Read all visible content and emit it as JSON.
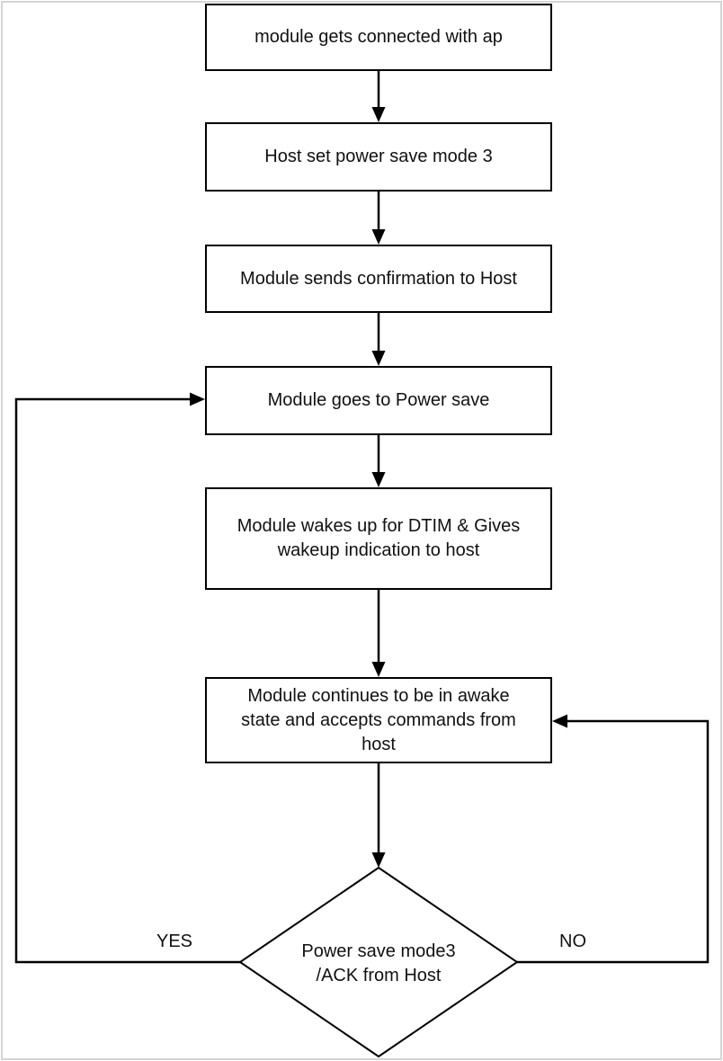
{
  "flowchart": {
    "boxes": [
      {
        "id": "connect",
        "lines": [
          "module gets connected with ap"
        ]
      },
      {
        "id": "set-power-save",
        "lines": [
          "Host set power save mode 3"
        ]
      },
      {
        "id": "confirmation",
        "lines": [
          "Module sends confirmation to Host"
        ]
      },
      {
        "id": "power-save",
        "lines": [
          "Module goes to Power save"
        ]
      },
      {
        "id": "wake-dtim",
        "lines": [
          "Module wakes up for DTIM & Gives",
          "wakeup indication to host"
        ]
      },
      {
        "id": "awake-state",
        "lines": [
          "Module continues to be in awake",
          "state and accepts commands from",
          "host"
        ]
      }
    ],
    "decision": {
      "id": "power-save-mode3-check",
      "lines": [
        "Power save mode3",
        "/ACK from Host"
      ]
    },
    "edges": [
      {
        "from": "connect",
        "to": "set-power-save"
      },
      {
        "from": "set-power-save",
        "to": "confirmation"
      },
      {
        "from": "confirmation",
        "to": "power-save"
      },
      {
        "from": "power-save",
        "to": "wake-dtim"
      },
      {
        "from": "wake-dtim",
        "to": "awake-state"
      },
      {
        "from": "awake-state",
        "to": "power-save-mode3-check"
      },
      {
        "from": "power-save-mode3-check",
        "to": "power-save",
        "label": "YES"
      },
      {
        "from": "power-save-mode3-check",
        "to": "awake-state",
        "label": "NO"
      }
    ],
    "colors": {
      "stroke": "#000000",
      "text": "#111111",
      "node_fill": "#ffffff",
      "page_border": "#d4d4d4"
    }
  }
}
